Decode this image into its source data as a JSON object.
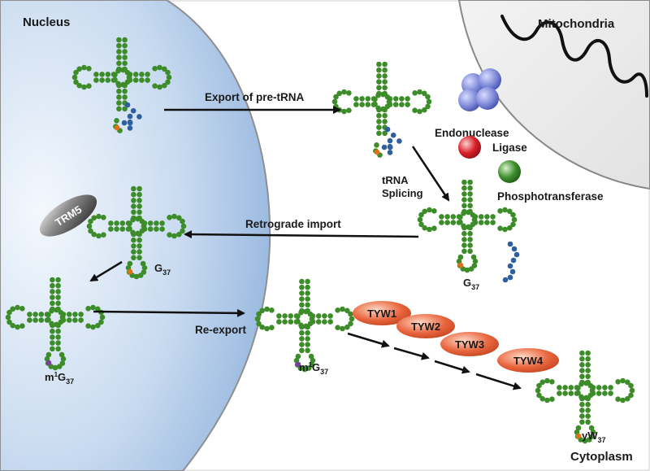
{
  "regions": {
    "nucleus": "Nucleus",
    "mitochondria": "Mitochondria",
    "cytoplasm": "Cytoplasm"
  },
  "process_labels": {
    "export": "Export of pre-tRNA",
    "splicing_line1": "tRNA",
    "splicing_line2": "Splicing",
    "retrograde": "Retrograde import",
    "reexport": "Re-export"
  },
  "enzymes": {
    "endonuclease": "Endonuclease",
    "ligase": "Ligase",
    "phosphotransferase": "Phosphotransferase",
    "trm5": "TRM5",
    "tyw1": "TYW1",
    "tyw2": "TYW2",
    "tyw3": "TYW3",
    "tyw4": "TYW4"
  },
  "nucleotide_labels": {
    "g37_cytoplasm_base": "G",
    "g37_cytoplasm_sub": "37",
    "g37_nucleus_base": "G",
    "g37_nucleus_sub": "37",
    "m1g37_nucleus_prefix": "m",
    "m1g37_nucleus_sup": "1",
    "m1g37_nucleus_base": "G",
    "m1g37_nucleus_sub": "37",
    "m1g37_cytoplasm_prefix": "m",
    "m1g37_cytoplasm_sup": "1",
    "m1g37_cytoplasm_base": "G",
    "m1g37_cytoplasm_sub": "37",
    "yw37_base": "yW",
    "yw37_sub": "37"
  },
  "colors": {
    "trna_green": "#3d8c2a",
    "intron_blue": "#2e5f9e",
    "g37_orange": "#e0701a",
    "m1g_purple": "#7a3fa0",
    "nucleus_blue": "#a9c6e6",
    "tyw_orange": "#e8643c",
    "endonuclease_purple": "#7b86d6",
    "ligase_red": "#d8202a",
    "phosphotransferase_green": "#3f8f2e"
  }
}
